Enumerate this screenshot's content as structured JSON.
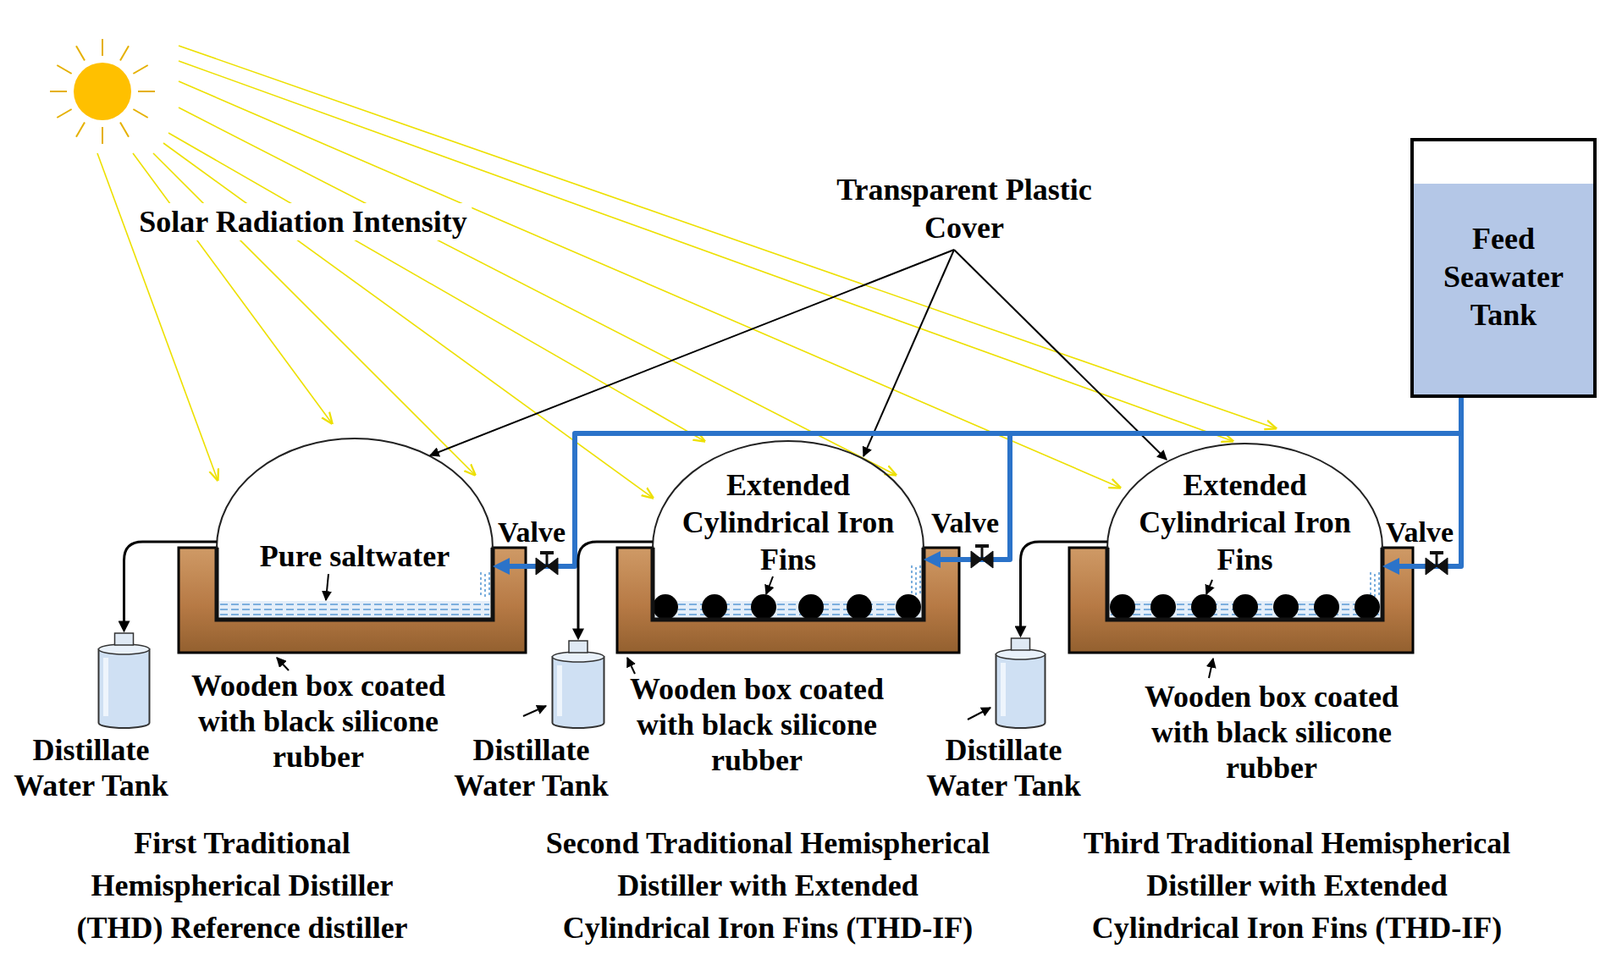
{
  "diagram": {
    "nodes": [
      {
        "text": [
          "Feed Seawater Tank"
        ]
      },
      {
        "text": [
          "Pure saltwater"
        ]
      },
      {
        "text": [
          "Extended Cylindrical Iron Fins"
        ]
      },
      {
        "text": [
          "Extended Cylindrical Iron Fins"
        ]
      },
      {
        "text": [
          "Distillate Water Tank"
        ]
      },
      {
        "text": [
          "Distillate Water Tank"
        ]
      },
      {
        "text": [
          "Distillate Water Tank"
        ]
      }
    ],
    "edges": [
      {
        "from": 0,
        "to": 1,
        "arrow": "to"
      },
      {
        "from": 0,
        "to": 2,
        "arrow": "to"
      },
      {
        "from": 0,
        "to": 3,
        "arrow": "to"
      },
      {
        "from": 1,
        "to": 4,
        "arrow": "to"
      },
      {
        "from": 2,
        "to": 5,
        "arrow": "to"
      },
      {
        "from": 3,
        "to": 6,
        "arrow": "to"
      }
    ],
    "labels": [
      "Solar Radiation Intensity",
      "Transparent Plastic Cover",
      "Valve",
      "Valve",
      "Valve",
      "Wooden box coated with black silicone rubber",
      "Wooden box coated with black silicone rubber",
      "Wooden box coated with black silicone rubber",
      "First Traditional Hemispherical Distiller (THD) Reference distiller",
      "Second Traditional Hemispherical Distiller with Extended Cylindrical Iron Fins (THD-IF)",
      "Third Traditional Hemispherical Distiller with Extended Cylindrical Iron Fins (THD-IF)"
    ]
  }
}
